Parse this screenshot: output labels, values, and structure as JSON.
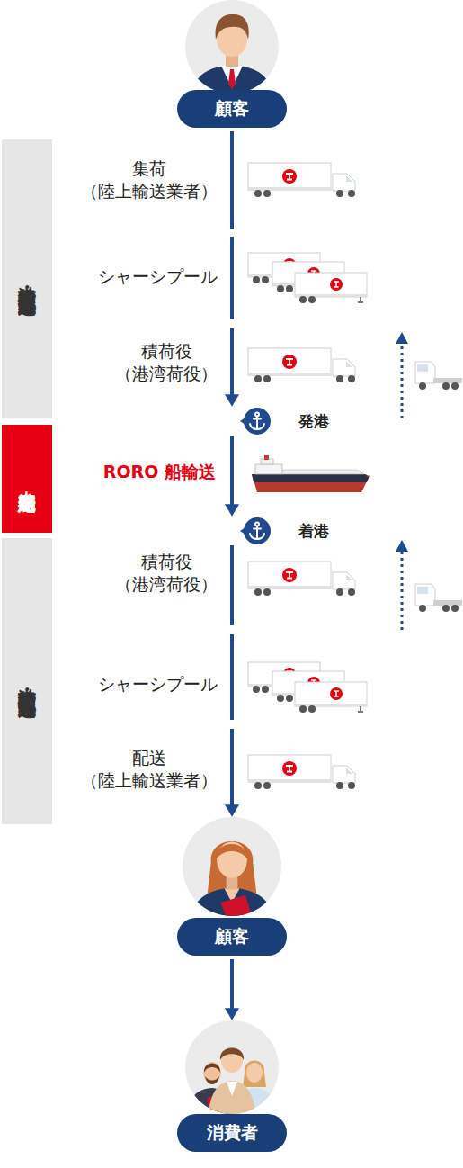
{
  "diagram": {
    "nodes": [
      {
        "text": [
          "顧客"
        ]
      },
      {
        "text": [
          "港湾荷役・貨物集配・陸上運送"
        ]
      },
      {
        "text": [
          "発港"
        ]
      },
      {
        "text": [
          "内航定期船"
        ]
      },
      {
        "text": [
          "着港"
        ]
      },
      {
        "text": [
          "港湾荷役・貨物集配・陸上運送"
        ]
      },
      {
        "text": [
          "顧客"
        ]
      },
      {
        "text": [
          "消費者"
        ]
      }
    ],
    "edges": [
      {
        "from": 0,
        "to": 2,
        "arrow": "to"
      },
      {
        "from": 2,
        "to": 4,
        "arrow": "to"
      },
      {
        "from": 4,
        "to": 6,
        "arrow": "to"
      },
      {
        "from": 6,
        "to": 7,
        "arrow": "to"
      }
    ],
    "labels": [
      "集荷 （陸上輸送業者）",
      "シャーシプール",
      "積荷役 （港湾荷役）",
      "RORO 船輸送",
      "積荷役 （港湾荷役）",
      "シャーシプール",
      "配送 （陸上輸送業者）"
    ]
  }
}
